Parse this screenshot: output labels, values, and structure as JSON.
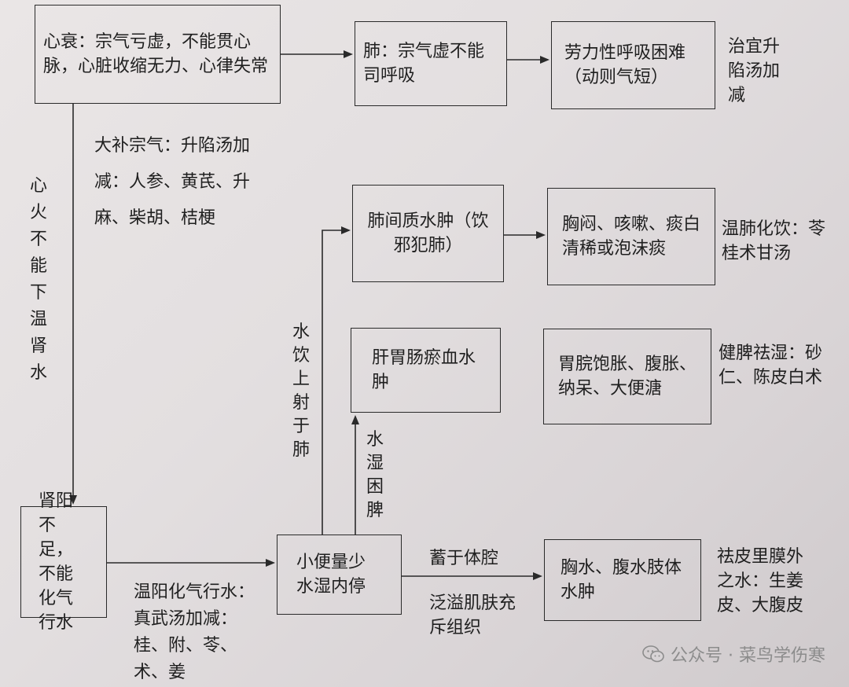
{
  "boxes": {
    "heart_failure": "心衰：宗气亏虚，不能贯心脉，心脏收缩无力、心律失常",
    "lung_qi": "肺：宗气虚不能司呼吸",
    "dyspnea": "劳力性呼吸困难（动则气短）",
    "lung_edema": "肺间质水肿（饮邪犯肺）",
    "chest_sx": "胸闷、咳嗽、痰白清稀或泡沫痰",
    "gi_edema": "肝胃肠瘀血水肿",
    "gi_sx": "胃脘饱胀、腹胀、纳呆、大便溏",
    "kidney": "肾阳不足，不能化气行水",
    "urine": "小便量少水湿内停",
    "effusion": "胸水、腹水肢体水肿"
  },
  "treatments": {
    "t1": "治宜升陷汤加减",
    "t2": "温肺化饮：苓桂术甘汤",
    "t3": "健脾祛湿：砂仁、陈皮白术",
    "t4": "祛皮里膜外之水：生姜皮、大腹皮",
    "t5": "大补宗气：升陷汤加减：人参、黄芪、升麻、柴胡、桔梗",
    "t6": "温阳化气行水：真武汤加减：桂、附、苓、术、姜"
  },
  "labels": {
    "vertical_left": "心火不能下温肾水",
    "water_up": "水饮上射于肺",
    "water_spleen": "水湿困脾",
    "store": "蓄于体腔",
    "overflow": "泛溢肌肤充斥组织"
  },
  "watermark": "公众号 · 菜鸟学伤寒"
}
